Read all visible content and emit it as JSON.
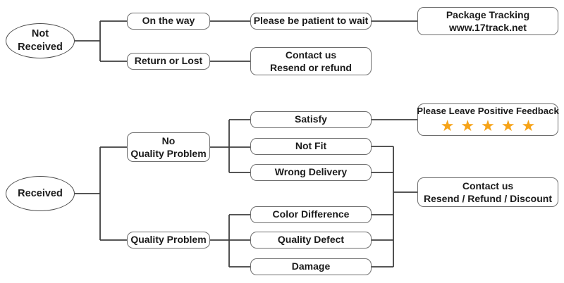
{
  "diagram": {
    "type": "flowchart",
    "background": "#ffffff",
    "colors": {
      "box_border": "#6e6e6e",
      "ellipse_border": "#4d4d4d",
      "connector_line": "#3f3f3f",
      "text": "#1b1b1b",
      "star": "#F6A318"
    },
    "nodes": {
      "not_received": {
        "line1": "Not",
        "line2": "Received"
      },
      "on_the_way": {
        "label": "On the way"
      },
      "be_patient": {
        "label": "Please be patient to wait"
      },
      "package_tracking": {
        "line1": "Package Tracking",
        "line2": "www.17track.net"
      },
      "return_or_lost": {
        "label": "Return or Lost"
      },
      "contact_resend_refund": {
        "line1": "Contact us",
        "line2": "Resend or refund"
      },
      "received": {
        "label": "Received"
      },
      "no_quality_problem": {
        "line1": "No",
        "line2": "Quality Problem"
      },
      "quality_problem": {
        "label": "Quality Problem"
      },
      "satisfy": {
        "label": "Satisfy"
      },
      "not_fit": {
        "label": "Not Fit"
      },
      "wrong_delivery": {
        "label": "Wrong Delivery"
      },
      "color_difference": {
        "label": "Color Difference"
      },
      "quality_defect": {
        "label": "Quality Defect"
      },
      "damage": {
        "label": "Damage"
      },
      "feedback": {
        "label": "Please Leave Positive Feedback",
        "stars": "★★★★★",
        "star_count": 5
      },
      "contact_discount": {
        "line1": "Contact us",
        "line2": "Resend / Refund / Discount"
      }
    },
    "edges": [
      "Not Received -> On the way",
      "Not Received -> Return or Lost",
      "On the way -> Please be patient to wait",
      "Please be patient to wait -> Package Tracking www.17track.net",
      "Return or Lost -> Contact us Resend or refund",
      "Received -> No Quality Problem",
      "Received -> Quality Problem",
      "No Quality Problem -> Satisfy",
      "No Quality Problem -> Not Fit",
      "No Quality Problem -> Wrong Delivery",
      "Quality Problem -> Color Difference",
      "Quality Problem -> Quality Defect",
      "Quality Problem -> Damage",
      "Satisfy -> Please Leave Positive Feedback",
      "Not Fit -> Contact us Resend / Refund / Discount",
      "Wrong Delivery -> Contact us Resend / Refund / Discount",
      "Color Difference -> Contact us Resend / Refund / Discount",
      "Quality Defect -> Contact us Resend / Refund / Discount",
      "Damage -> Contact us Resend / Refund / Discount"
    ]
  }
}
